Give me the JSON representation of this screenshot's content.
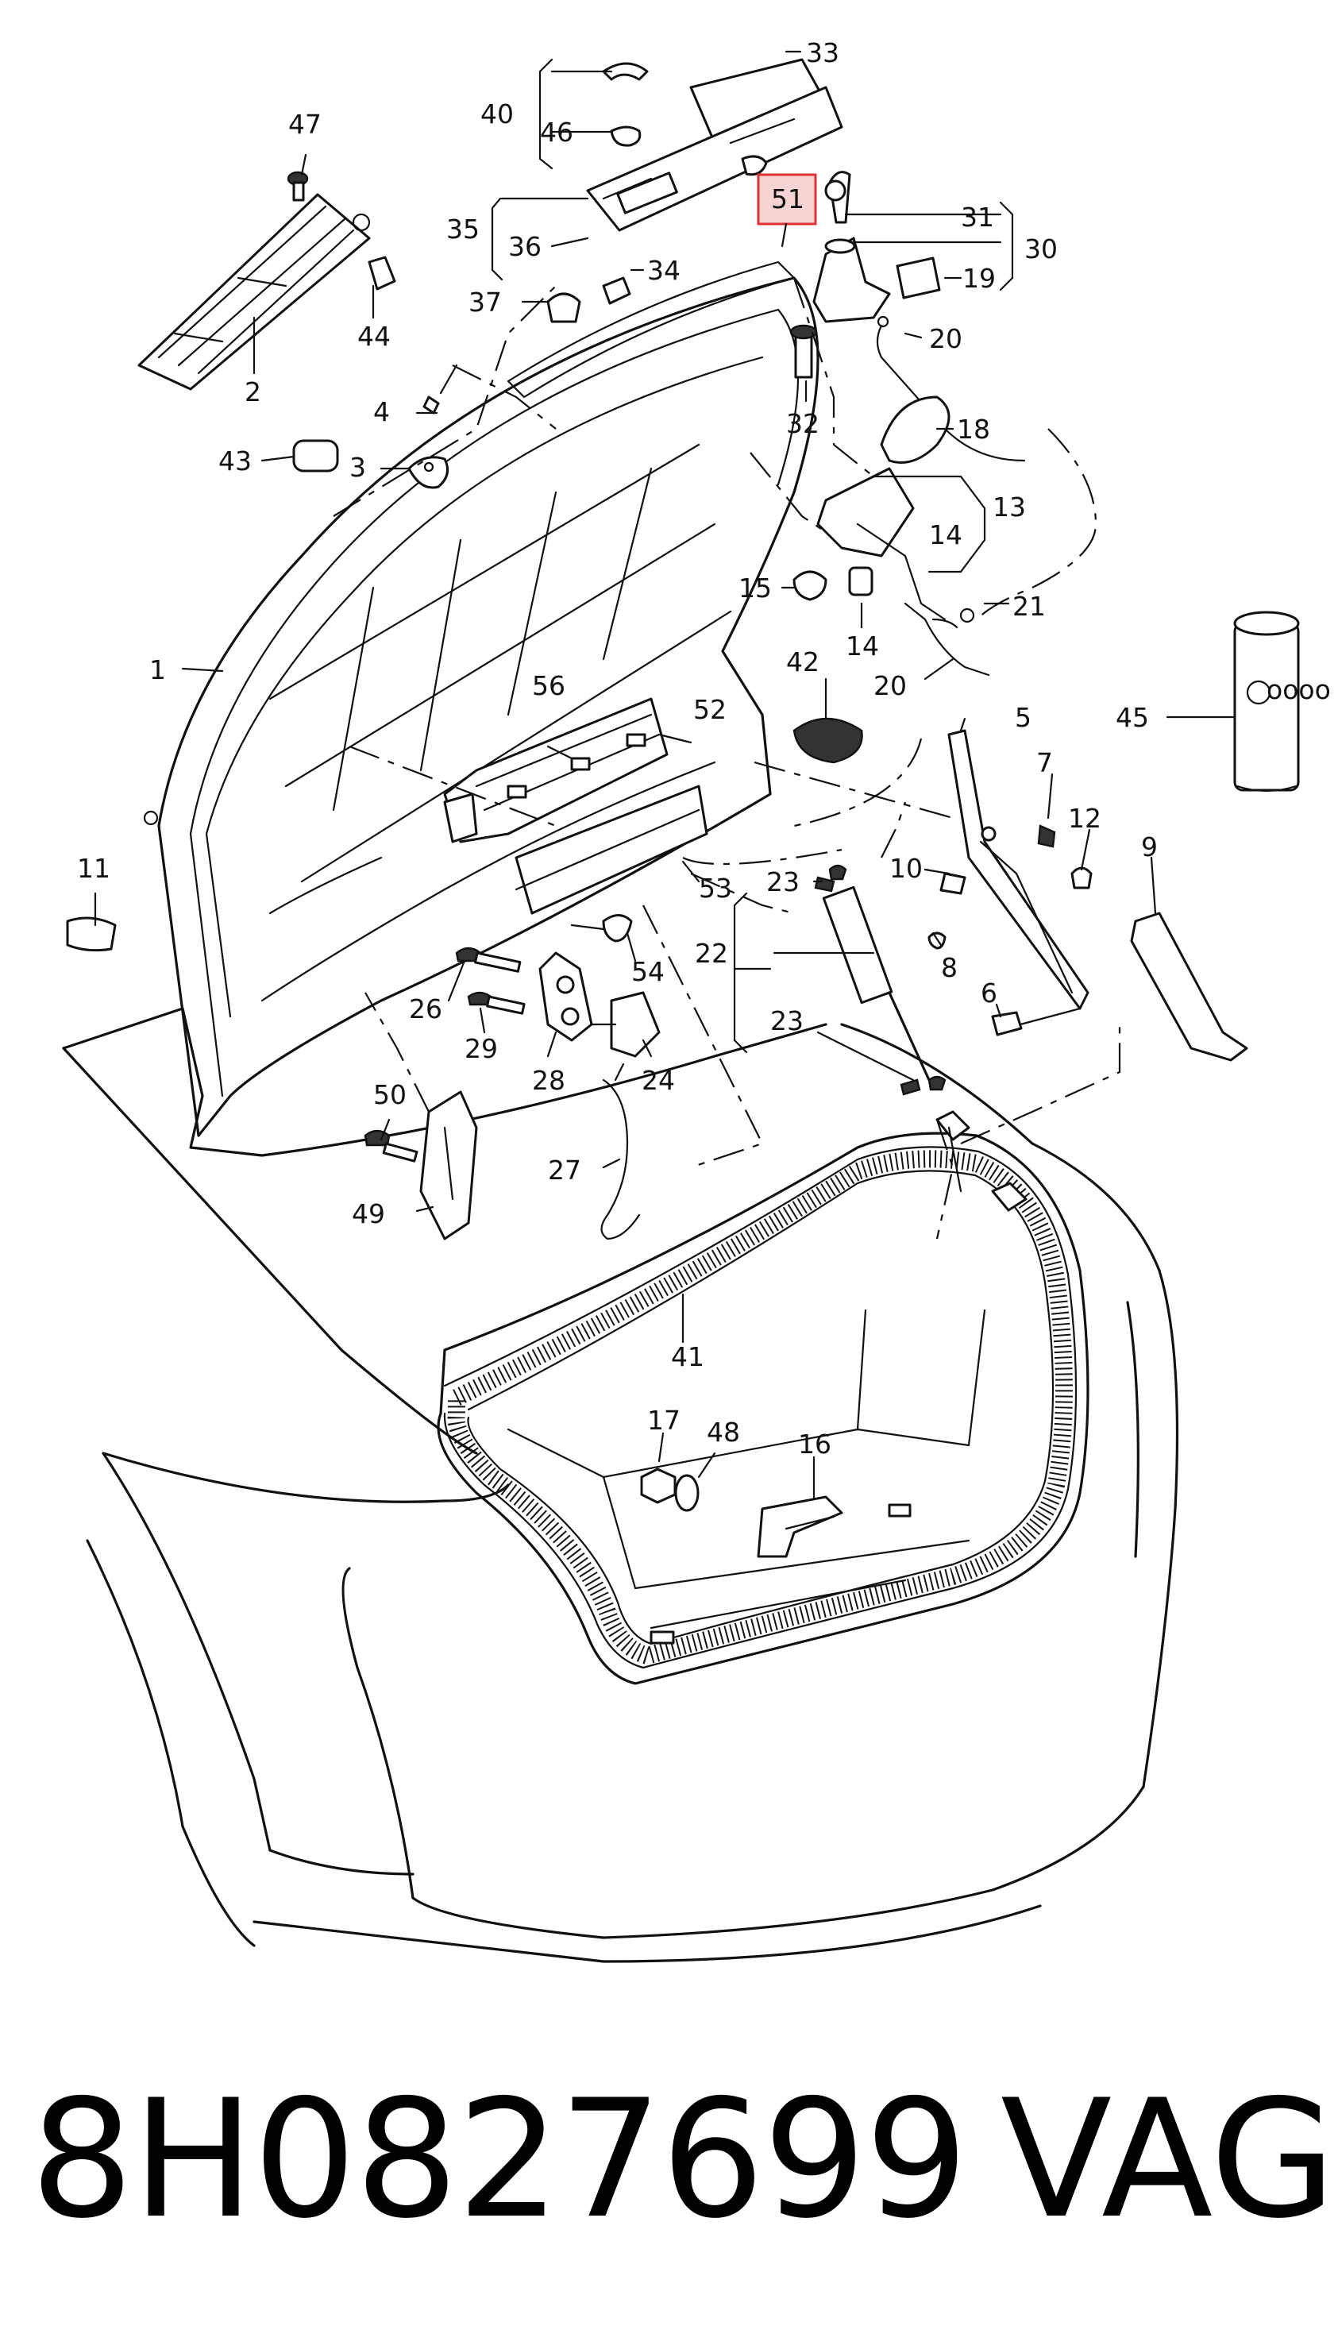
{
  "diagram": {
    "callouts": [
      "1",
      "2",
      "3",
      "4",
      "5",
      "6",
      "7",
      "8",
      "9",
      "10",
      "11",
      "12",
      "13",
      "14",
      "14",
      "15",
      "16",
      "17",
      "18",
      "19",
      "20",
      "20",
      "21",
      "22",
      "23",
      "23",
      "24",
      "26",
      "27",
      "28",
      "29",
      "30",
      "31",
      "32",
      "33",
      "34",
      "35",
      "36",
      "37",
      "40",
      "41",
      "42",
      "43",
      "44",
      "45",
      "46",
      "47",
      "48",
      "49",
      "50",
      "51",
      "52",
      "53",
      "54",
      "56"
    ],
    "highlighted_part": "51",
    "highlight_color": "#d33333"
  },
  "footer": {
    "part_number": "8H0827699",
    "brand": "VAG"
  }
}
